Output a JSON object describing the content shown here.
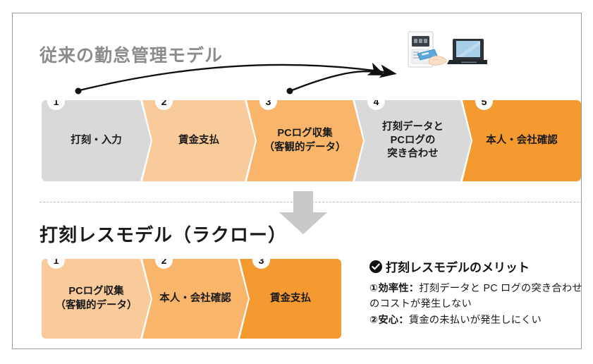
{
  "titles": {
    "old_model": "従来の勤怠管理モデル",
    "new_model": "打刻レスモデル（ラクロー）"
  },
  "colors": {
    "gray_step": "#d9d9d9",
    "orange_light": "#f9cb9a",
    "orange_mid": "#f9b569",
    "orange_strong": "#f59a31",
    "title_gray": "#8c8c8c",
    "divider_gray": "#bdbdbd",
    "frame_border": "#9a9a9a"
  },
  "old_flow": {
    "steps": [
      {
        "num": "1",
        "label": "打刻・入力",
        "color": "#d9d9d9"
      },
      {
        "num": "2",
        "label": "賃金支払",
        "color": "#f9cb9a"
      },
      {
        "num": "3",
        "label": "PCログ収集\n（客観的データ）",
        "color": "#f9b569"
      },
      {
        "num": "4",
        "label": "打刻データと\nPCログの\n突き合わせ",
        "color": "#d9d9d9"
      },
      {
        "num": "5",
        "label": "本人・会社確認",
        "color": "#f59a31"
      }
    ]
  },
  "new_flow": {
    "steps": [
      {
        "num": "1",
        "label": "PCログ収集\n（客観的データ）",
        "color": "#f9cb9a"
      },
      {
        "num": "2",
        "label": "本人・会社確認",
        "color": "#f9b569"
      },
      {
        "num": "3",
        "label": "賃金支払",
        "color": "#f59a31"
      }
    ]
  },
  "merit": {
    "heading": "打刻レスモデルのメリット",
    "heading_icon": "check-circle-icon",
    "items": [
      {
        "marker": "①",
        "term": "効率性：",
        "text": "打刻データと PC ログの突き合わせのコストが発生しない"
      },
      {
        "marker": "②",
        "term": "安心：",
        "text": "賃金の未払いが発生しにくい"
      }
    ]
  },
  "icons": {
    "time_clock": "time-clock-card-reader-icon",
    "laptop": "laptop-icon",
    "down_arrow": "down-arrow-icon",
    "arc_arrow_1": "curved-arrow-from-step1-icon",
    "arc_arrow_2": "curved-arrow-from-step3-icon"
  }
}
